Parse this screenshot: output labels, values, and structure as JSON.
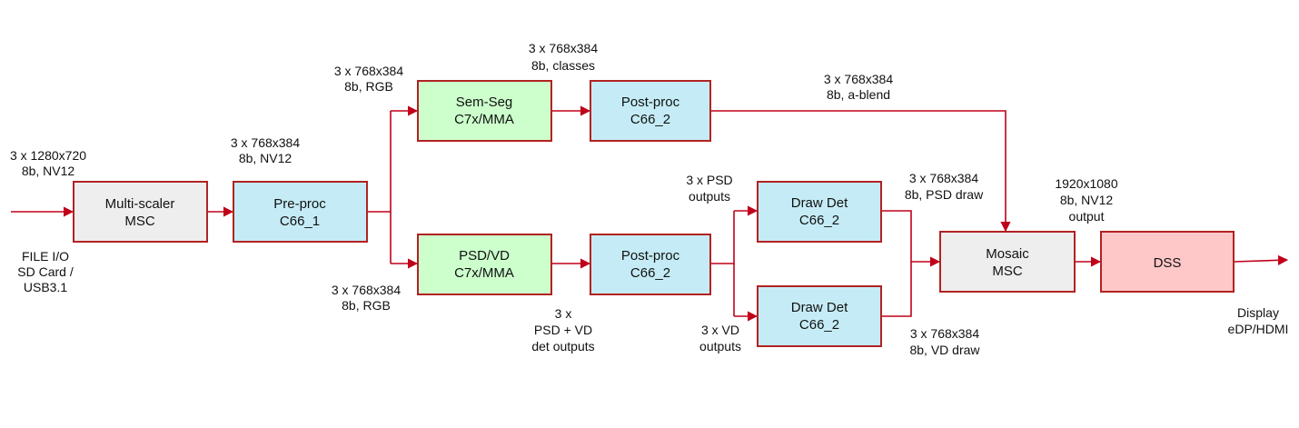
{
  "blocks": {
    "msc": [
      "Multi-scaler",
      "MSC"
    ],
    "preproc": [
      "Pre-proc",
      "C66_1"
    ],
    "semseg": [
      "Sem-Seg",
      "C7x/MMA"
    ],
    "postproc_top": [
      "Post-proc",
      "C66_2"
    ],
    "psdvd": [
      "PSD/VD",
      "C7x/MMA"
    ],
    "postproc_bottom": [
      "Post-proc",
      "C66_2"
    ],
    "drawdet_top": [
      "Draw Det",
      "C66_2"
    ],
    "drawdet_bottom": [
      "Draw Det",
      "C66_2"
    ],
    "mosaic": [
      "Mosaic",
      "MSC"
    ],
    "dss": [
      "DSS"
    ]
  },
  "labels": {
    "input": [
      "3 x 1280x720",
      "8b, NV12"
    ],
    "source": [
      "FILE I/O",
      "SD Card /",
      "USB3.1"
    ],
    "msc_out": [
      "3 x 768x384",
      "8b, NV12"
    ],
    "semseg_in": [
      "3 x 768x384",
      "8b, RGB"
    ],
    "psdvd_in": [
      "3 x 768x384",
      "8b, RGB"
    ],
    "semseg_out": [
      "3 x 768x384",
      "8b, classes"
    ],
    "blend_out": [
      "3 x 768x384",
      "8b, a-blend"
    ],
    "psd_outputs": [
      "3 x PSD",
      "outputs"
    ],
    "vd_outputs": [
      "3 x VD",
      "outputs"
    ],
    "psdvd_outputs": [
      "3 x",
      "PSD + VD",
      "det outputs"
    ],
    "psd_draw": [
      "3 x 768x384",
      "8b, PSD draw"
    ],
    "vd_draw": [
      "3 x 768x384",
      "8b, VD draw"
    ],
    "mosaic_out": [
      "1920x1080",
      "8b, NV12",
      "output"
    ],
    "display": [
      "Display",
      "eDP/HDMI"
    ]
  }
}
